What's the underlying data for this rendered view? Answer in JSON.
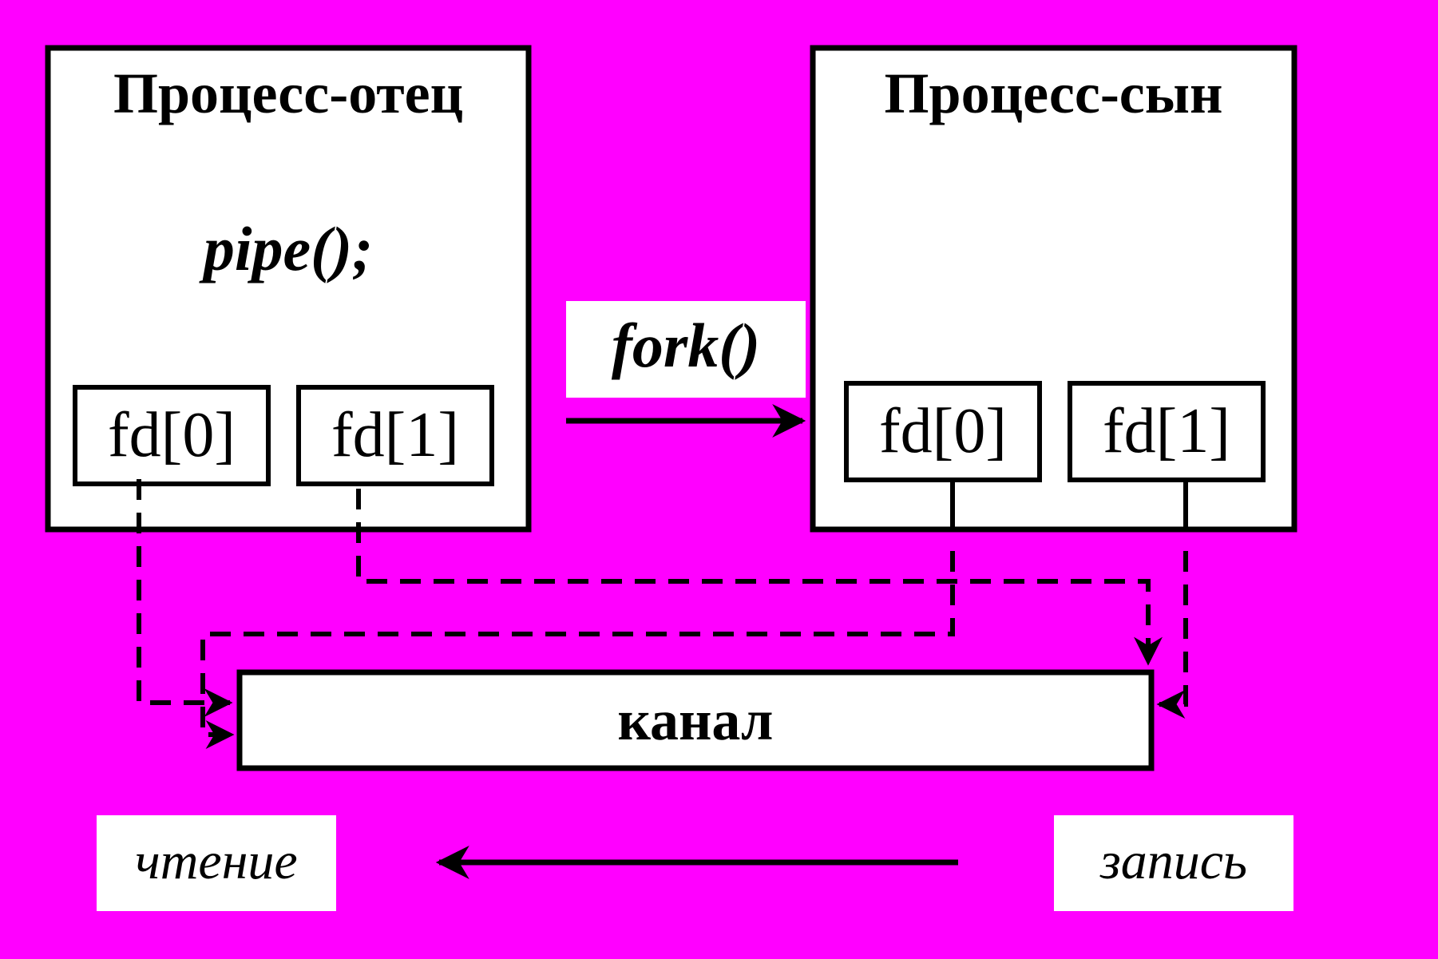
{
  "colors": {
    "background": "#ff00ff",
    "box_fill": "#ffffff",
    "stroke": "#000000"
  },
  "parent": {
    "title": "Процесс-отец",
    "call": "pipe();",
    "fd_read": "fd[0]",
    "fd_write": "fd[1]"
  },
  "child": {
    "title": "Процесс-сын",
    "fd_read": "fd[0]",
    "fd_write": "fd[1]"
  },
  "fork": {
    "label": "fork()"
  },
  "pipe": {
    "label": "канал"
  },
  "direction": {
    "read_label": "чтение",
    "write_label": "запись"
  }
}
